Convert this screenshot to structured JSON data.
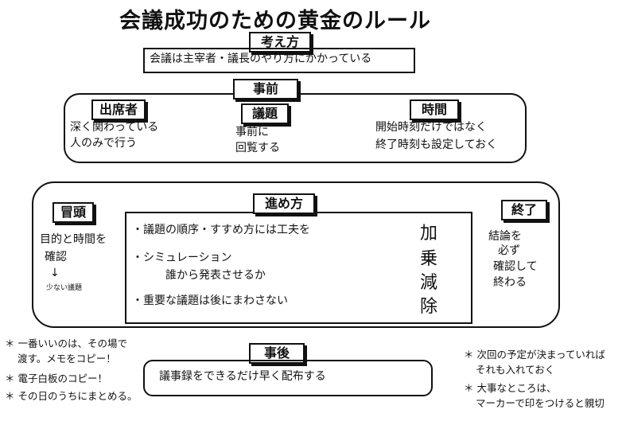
{
  "title": "会議成功のための黄金のルール",
  "thinking": {
    "header": "考え方",
    "body": "会議は主宰者・議長のやり方にかかっている"
  },
  "before": {
    "header": "事前",
    "attendees": {
      "header": "出席者",
      "lines": [
        "深く関わっている",
        "人のみで行う"
      ]
    },
    "agenda": {
      "header": "議題",
      "lines": [
        "事前に",
        "回覧する"
      ]
    },
    "time": {
      "header": "時間",
      "lines": [
        "開始時刻だけではなく",
        "終了時刻も設定しておく"
      ]
    }
  },
  "during": {
    "opening": {
      "header": "冒頭",
      "lines": [
        "目的と時間を",
        "確認",
        "↓",
        "少ない議題"
      ]
    },
    "progress": {
      "header": "進め方",
      "items": [
        "・議題の順序・すすめ方には工夫を",
        "・シミュレーション",
        "誰から発表させるか",
        "・重要な議題は後にまわさない"
      ],
      "side_chars": [
        "加",
        "乗",
        "減",
        "除"
      ]
    },
    "closing": {
      "header": "終了",
      "lines": [
        "結論を",
        "必ず",
        "確認して",
        "終わる"
      ]
    }
  },
  "after": {
    "header": "事後",
    "body": "議事録をできるだけ早く配布する",
    "left_notes": [
      "＊ 一番いいのは、その場で",
      "渡す。メモをコピー！",
      "＊ 電子白板のコピー！",
      "＊ その日のうちにまとめる。"
    ],
    "right_notes": [
      "＊ 次回の予定が決まっていれば",
      "それも入れておく",
      "＊ 大事なところは、",
      "マーカーで印をつけると親切"
    ]
  }
}
